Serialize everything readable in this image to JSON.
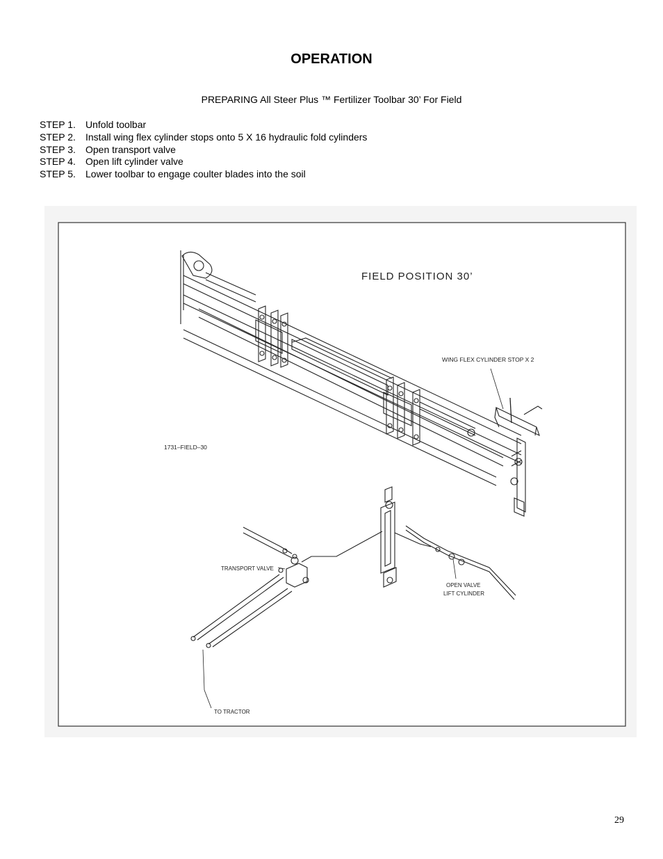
{
  "page": {
    "title": "OPERATION",
    "subtitle": "PREPARING All Steer Plus ™ Fertilizer Toolbar 30’ For Field",
    "steps": [
      {
        "num": "STEP 1.",
        "text": "Unfold toolbar"
      },
      {
        "num": "STEP 2.",
        "text": "Install wing flex cylinder stops onto 5 X 16 hydraulic fold cylinders"
      },
      {
        "num": "STEP 3.",
        "text": "Open transport valve"
      },
      {
        "num": "STEP 4.",
        "text": "Open lift cylinder valve"
      },
      {
        "num": "STEP 5.",
        "text": "Lower toolbar to engage coulter blades into the soil"
      }
    ],
    "page_number": "29"
  },
  "figure": {
    "heading": "FIELD POSITION 30’",
    "drawing_id": "1731–FIELD–30",
    "labels": {
      "wing_flex": "WING FLEX CYLINDER STOP X 2",
      "transport_valve": "TRANSPORT VALVE",
      "open_valve": "OPEN VALVE",
      "lift_cylinder": "LIFT CYLINDER",
      "to_tractor": "TO TRACTOR"
    }
  }
}
